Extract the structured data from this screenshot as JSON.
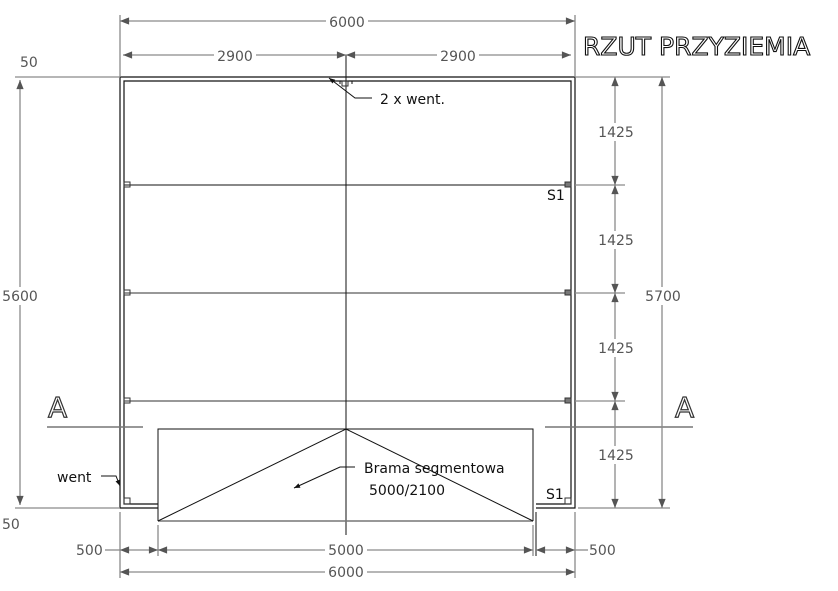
{
  "title": "RZUT PRZYZIEMIA",
  "dimensions": {
    "top_total": "6000",
    "top_left_half": "2900",
    "top_right_half": "2900",
    "left_height": "5600",
    "left_top_offset": "50",
    "left_bottom_offset": "50",
    "right_height": "5700",
    "right_segments": [
      "1425",
      "1425",
      "1425",
      "1425"
    ],
    "bottom_left": "500",
    "bottom_gate": "5000",
    "bottom_right": "500",
    "bottom_total": "6000"
  },
  "labels": {
    "vents_top": "2 x went.",
    "vent_left": "went",
    "s1_upper": "S1",
    "s1_lower": "S1",
    "gate_name": "Brama segmentowa",
    "gate_size": "5000/2100"
  },
  "section": {
    "left": "A",
    "right": "A"
  }
}
